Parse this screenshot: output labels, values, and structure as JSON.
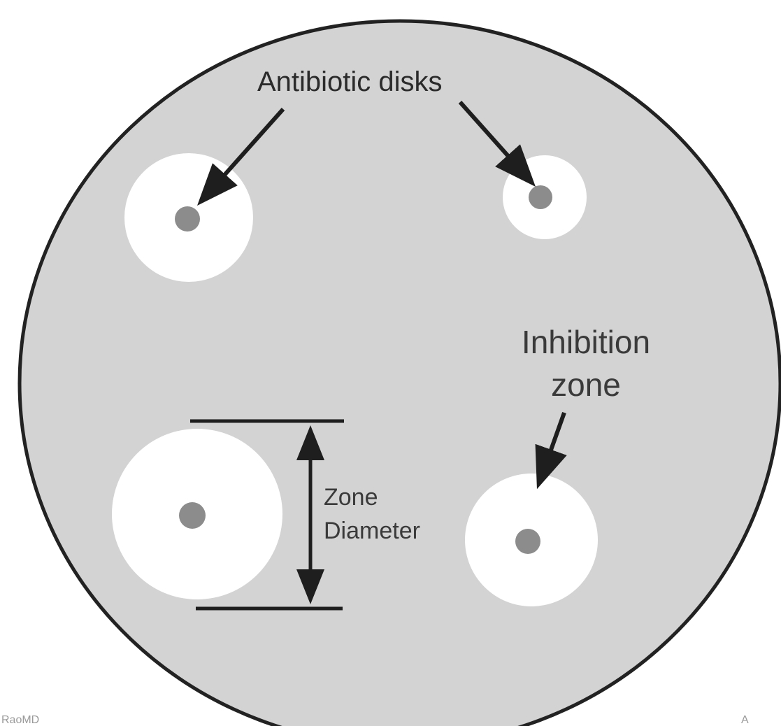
{
  "labels": {
    "antibiotic_disks": "Antibiotic disks",
    "inhibition_zone_line1": "Inhibition",
    "inhibition_zone_line2": "zone",
    "zone_diameter_line1": "Zone",
    "zone_diameter_line2": "Diameter",
    "watermark_left": "RaoMD",
    "watermark_right": "A"
  },
  "colors": {
    "agar": "#d3d3d3",
    "dish_outline": "#222222",
    "inhibition_zone": "#ffffff",
    "disk": "#8c8c8c",
    "arrow": "#1e1e1e"
  }
}
